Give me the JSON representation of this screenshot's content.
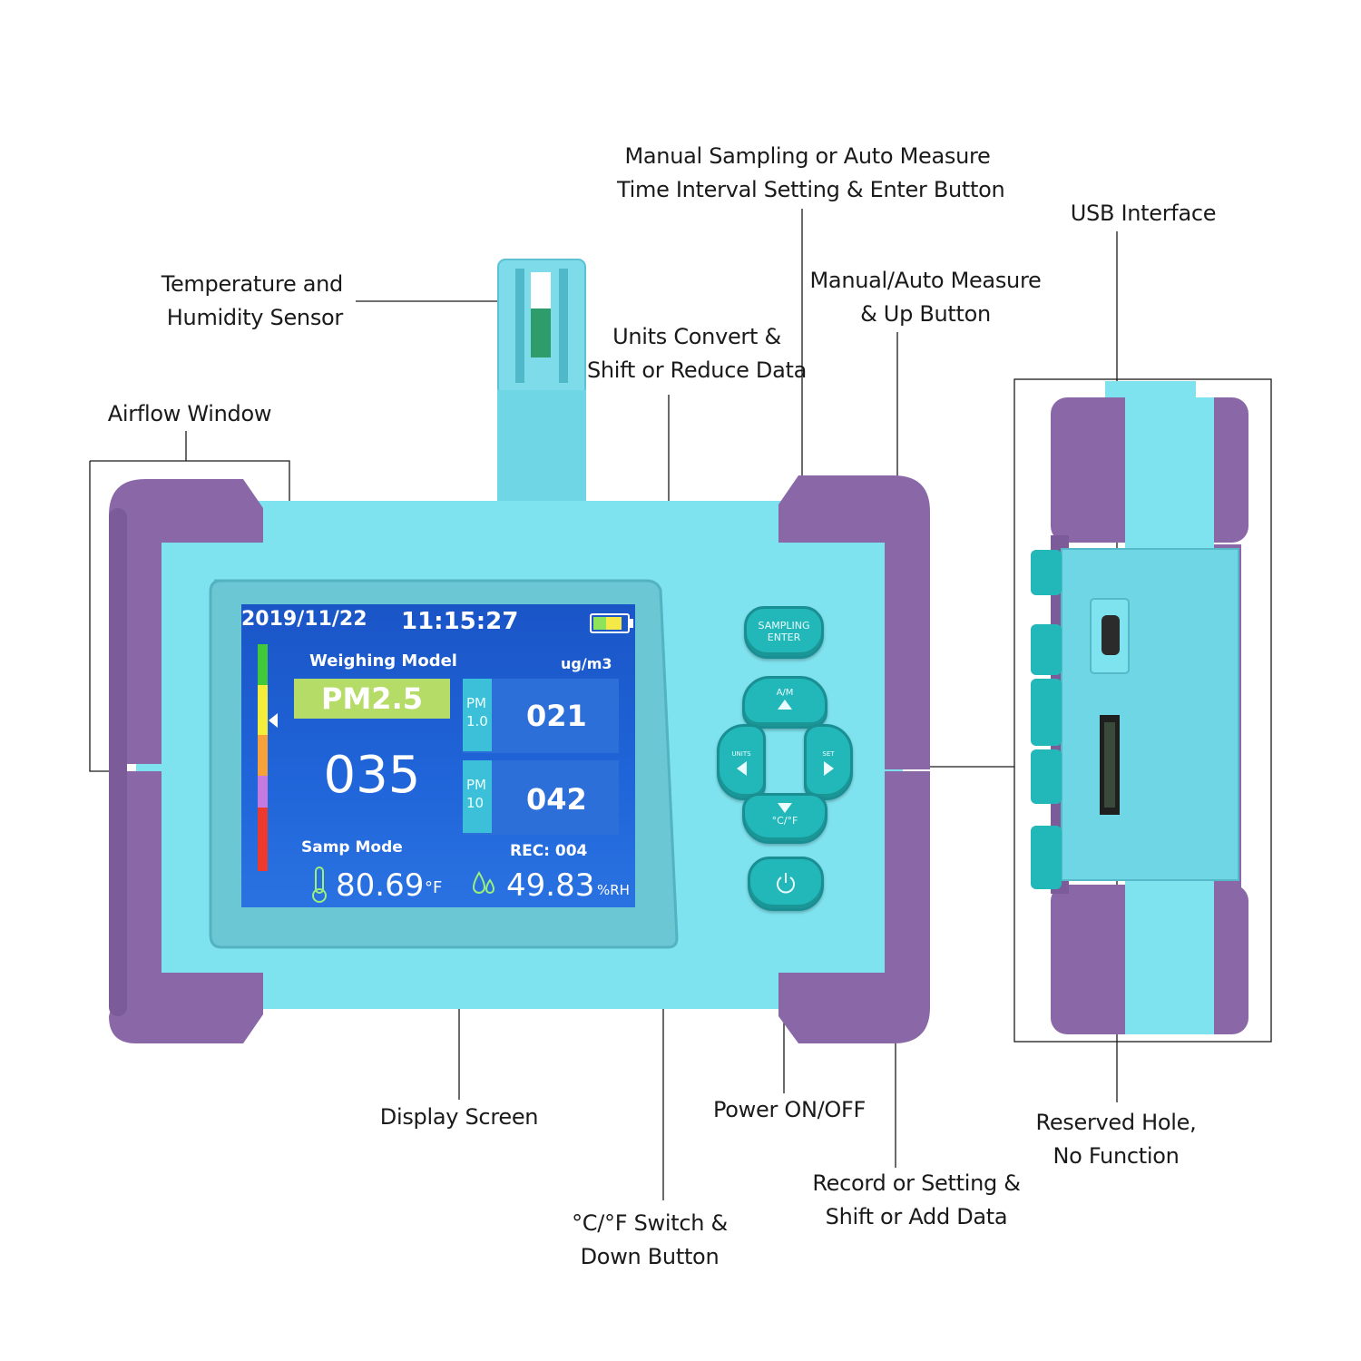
{
  "labels": {
    "sampling_enter": [
      "Manual Sampling or Auto Measure",
      "Time Interval Setting & Enter Button"
    ],
    "usb_interface": [
      "USB Interface"
    ],
    "temp_humidity_sensor": [
      "Temperature and",
      "Humidity Sensor"
    ],
    "manual_auto": [
      "Manual/Auto Measure",
      "& Up Button"
    ],
    "units_convert": [
      "Units Convert &",
      "Shift or Reduce Data"
    ],
    "airflow_window": [
      "Airflow Window"
    ],
    "display_screen": [
      "Display Screen"
    ],
    "power": [
      "Power ON/OFF"
    ],
    "reserved_hole": [
      "Reserved Hole,",
      "No Function"
    ],
    "record_setting": [
      "Record or Setting &",
      "Shift or Add Data"
    ],
    "celsius_switch": [
      "°C/°F Switch &",
      "Down Button"
    ]
  },
  "device_buttons": {
    "sampling_line1": "SAMPLING",
    "sampling_line2": "ENTER",
    "am": "A/M",
    "units": "UNITS",
    "set": "SET",
    "cf": "°C/°F"
  },
  "screen": {
    "date": "2019/11/22",
    "time": "11:15:27",
    "mode_title": "Weighing Model",
    "unit": "ug/m3",
    "pm25_label": "PM2.5",
    "pm25_value": "035",
    "pm1_label_a": "PM",
    "pm1_label_b": "1.0",
    "pm1_value": "021",
    "pm10_label_a": "PM",
    "pm10_label_b": "10",
    "pm10_value": "042",
    "samp_mode": "Samp Mode",
    "rec": "REC: 004",
    "temperature": "80.69",
    "temp_unit": "°F",
    "humidity": "49.83",
    "humidity_unit": "%RH",
    "battery_level": 0.85
  },
  "colors": {
    "body_blue": "#7fe3ef",
    "bumper_purple": "#8a68a8",
    "button_teal": "#22b7b9"
  }
}
